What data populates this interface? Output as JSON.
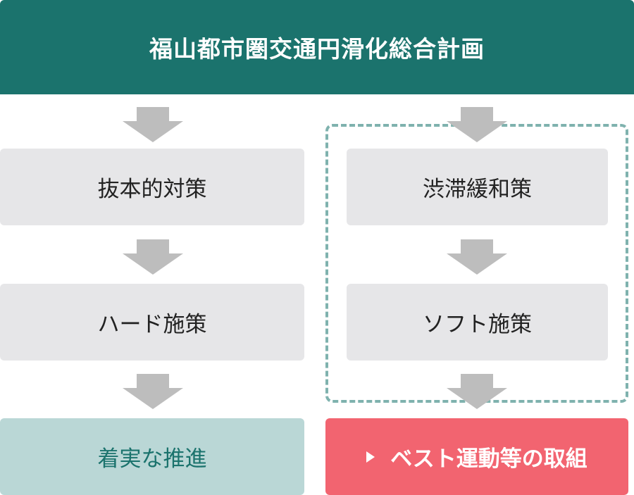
{
  "header": {
    "title": "福山都市圏交通円滑化総合計画"
  },
  "left_column": {
    "steps": [
      "抜本的対策",
      "ハード施策"
    ],
    "result": "着実な推進"
  },
  "right_column": {
    "steps": [
      "渋滞緩和策",
      "ソフト施策"
    ],
    "result": "ベスト運動等の取組"
  },
  "colors": {
    "header": "#1b736d",
    "step_box": "#e6e6e8",
    "left_result": "#bad7d6",
    "right_result": "#f26470",
    "arrow": "#bdbdbd",
    "dashed_border": "#7fb2ae"
  }
}
